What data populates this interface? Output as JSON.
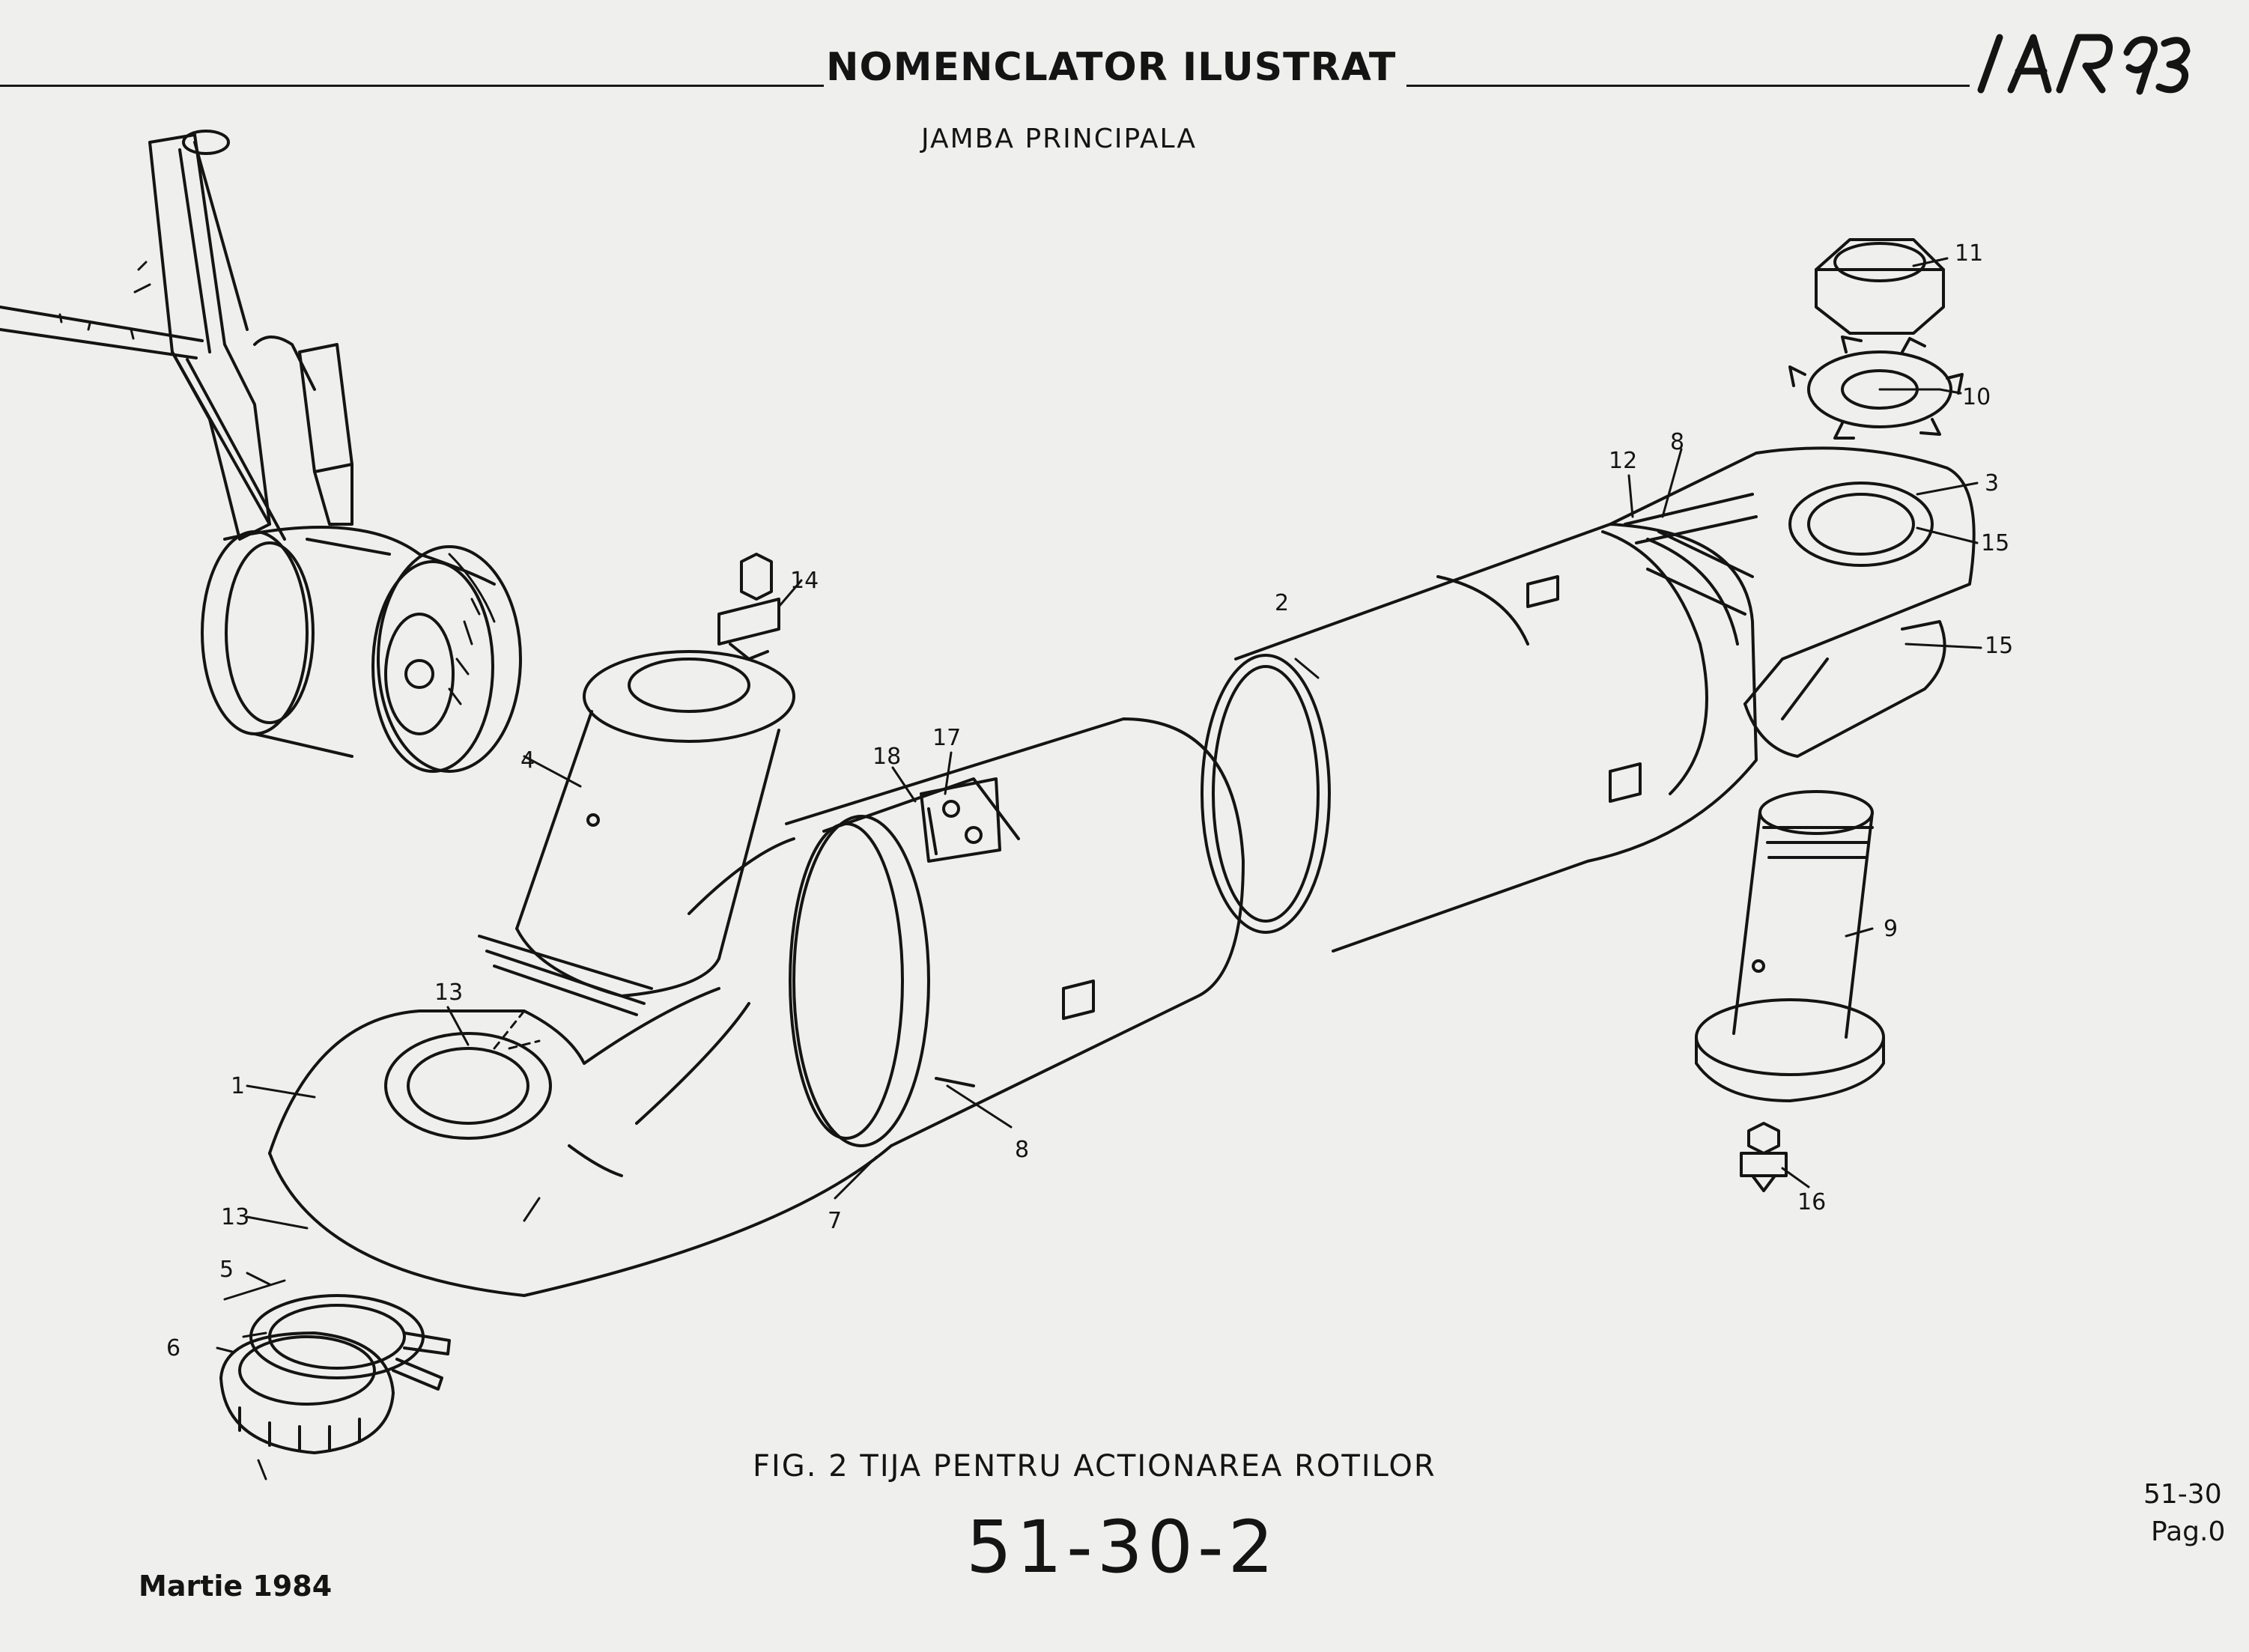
{
  "header": {
    "title": "NOMENCLATOR ILUSTRAT",
    "logo_text": "IAR 93",
    "subtitle": "JAMBA PRINCIPALA"
  },
  "figure": {
    "caption": "FIG. 2 TIJA PENTRU ACTIONAREA ROTILOR",
    "number": "51-30-2"
  },
  "footer": {
    "date": "Martie 1984",
    "reference": "51-30",
    "page": "Pag.0"
  },
  "callouts": {
    "c1": "1",
    "c2": "2",
    "c3": "3",
    "c4": "4",
    "c5": "5",
    "c6": "6",
    "c7": "7",
    "c8a": "8",
    "c8b": "8",
    "c9": "9",
    "c10": "10",
    "c11": "11",
    "c12": "12",
    "c13a": "13",
    "c13b": "13",
    "c14": "14",
    "c15a": "15",
    "c15b": "15",
    "c16": "16",
    "c17": "17",
    "c18": "18"
  },
  "colors": {
    "paper": "#efefed",
    "ink": "#141414"
  }
}
